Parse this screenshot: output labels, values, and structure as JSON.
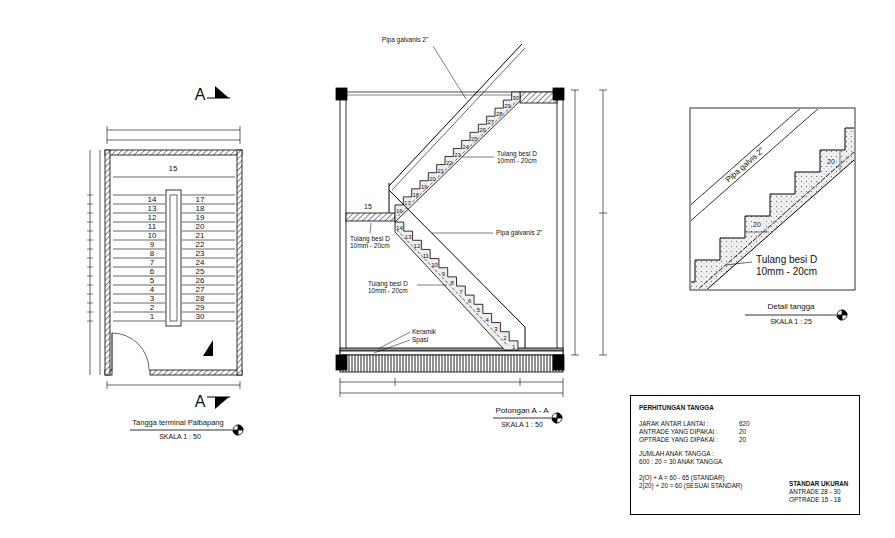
{
  "diagram": {
    "nodes": [
      {
        "text": [
          "PERHITUNGAN TANGGA",
          "JARAK ANTAR LANTAI :",
          "620",
          "ANTRADE YANG DIPAKAI :",
          "20",
          "OPTRADE YANG DIPAKAI :",
          "20",
          "JUMLAH ANAK TANGGA :",
          "600 : 20 = 30 ANAK TANGGA",
          "2(O) + A = 60 - 65 (STANDAR)",
          "2(20) + 20 = 60 (SESUAI STANDAR)",
          "STANDAR UKURAN",
          "ANTRADE 28 - 30",
          "OPTRADE 15 - 18"
        ]
      }
    ],
    "labels": [
      "A",
      "A",
      "15",
      "14",
      "13",
      "12",
      "11",
      "10",
      "9",
      "8",
      "7",
      "6",
      "5",
      "4",
      "3",
      "2",
      "1",
      "17",
      "18",
      "19",
      "20",
      "21",
      "22",
      "23",
      "24",
      "25",
      "26",
      "27",
      "28",
      "29",
      "30",
      "Tangga terminal Palbapang",
      "SKALA 1 : 50",
      "Pipa galvanis 2\"",
      "Tulang besi D 10mm - 20cm",
      "Pipa galvanis 2\"",
      "Tulang besi D 10mm - 20cm",
      "Tulang besi D 10mm - 20cm",
      "Keramik",
      "Spasi",
      "15",
      "1",
      "2",
      "3",
      "4",
      "5",
      "6",
      "7",
      "8",
      "9",
      "10",
      "11",
      "12",
      "13",
      "14",
      "16",
      "17",
      "18",
      "19",
      "20",
      "21",
      "22",
      "23",
      "24",
      "25",
      "26",
      "27",
      "28",
      "29",
      "30",
      "Potongan A - A",
      "SKALA 1 : 50",
      "Pipa galvis 2\"",
      "20",
      "20",
      "Tulang besi D 10mm - 20cm",
      "Detail tangga",
      "SKALA 1 : 25"
    ]
  }
}
